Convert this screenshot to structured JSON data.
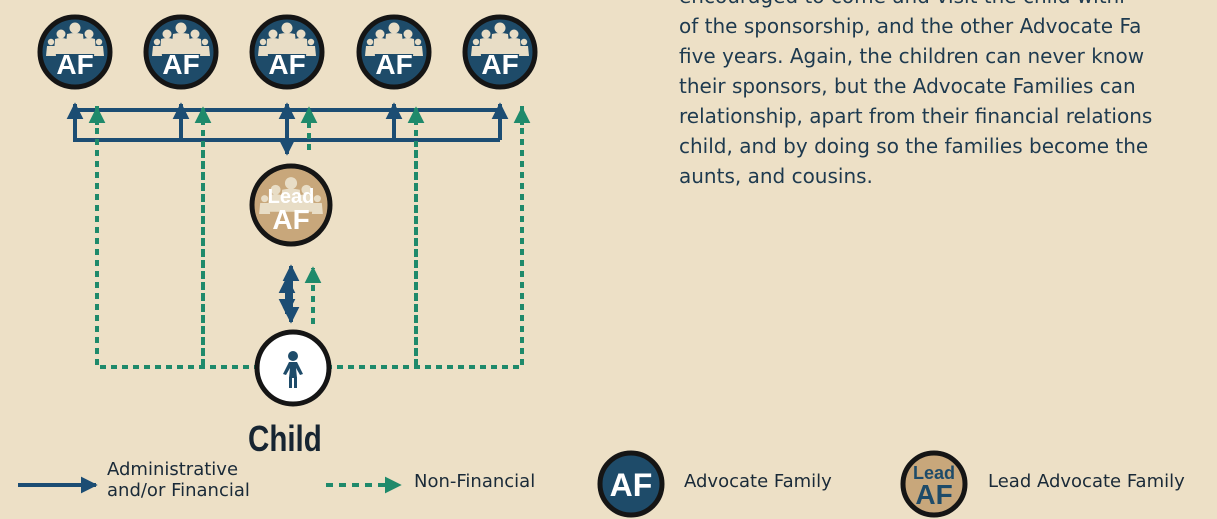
{
  "paragraph": {
    "lines": [
      "encouraged to come and visit the child withi",
      "of the sponsorship, and the other Advocate Fa",
      "five years. Again, the children can never know",
      "their sponsors, but the Advocate Families can",
      "relationship, apart from their financial relations",
      "child, and by doing so the families become the",
      "aunts, and cousins."
    ]
  },
  "nodes": {
    "advocate_family": "AF",
    "lead_top": "Lead",
    "lead_bottom": "AF",
    "child": "Child",
    "child_icon": "child-figure-icon",
    "family_icon": "family-silhouette-icon"
  },
  "legend": {
    "administrative_line1": "Administrative",
    "administrative_line2": "and/or  Financial",
    "non_financial": "Non-Financial",
    "advocate_family_label": "Advocate Family",
    "advocate_family_badge": "AF",
    "lead_badge_top": "Lead",
    "lead_badge_bottom": "AF",
    "lead_advocate_family_label": "Lead Advocate Family"
  },
  "colors": {
    "background": "#ede0c6",
    "solid_arrow": "#1c4d73",
    "dashed_arrow": "#1f8a6b",
    "af_fill": "#1e4b69",
    "lead_fill": "#c8a77b",
    "outline": "#151515",
    "text": "#1a2a38"
  }
}
